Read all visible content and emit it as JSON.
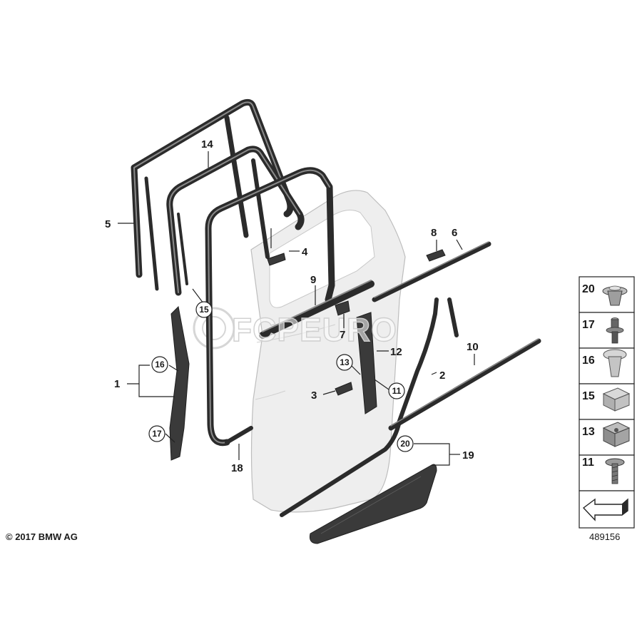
{
  "callouts": {
    "c1": "1",
    "c2": "2",
    "c3": "3",
    "c4": "4",
    "c5": "5",
    "c6": "6",
    "c7": "7",
    "c8": "8",
    "c9": "9",
    "c10": "10",
    "c12": "12",
    "c14": "14",
    "c18": "18",
    "c19": "19"
  },
  "circled_callouts": {
    "c11": "11",
    "c13": "13",
    "c15": "15",
    "c16": "16",
    "c17": "17",
    "c20": "20"
  },
  "legend": {
    "items": [
      {
        "number": "20",
        "icon": "push-clip-icon"
      },
      {
        "number": "17",
        "icon": "expanding-rivet-icon"
      },
      {
        "number": "16",
        "icon": "expansion-clip-icon"
      },
      {
        "number": "15",
        "icon": "square-nut-icon"
      },
      {
        "number": "13",
        "icon": "clip-nut-icon"
      },
      {
        "number": "11",
        "icon": "screw-icon"
      }
    ],
    "footer_icon": "arrow-pointer-icon"
  },
  "copyright": "© 2017 BMW AG",
  "diagram_number": "489156",
  "watermark": "FCPEURO",
  "colors": {
    "line": "#222222",
    "door_panel": "#eeeeee",
    "seal": "#2b2b2b",
    "trim": "#3a3a3a"
  }
}
